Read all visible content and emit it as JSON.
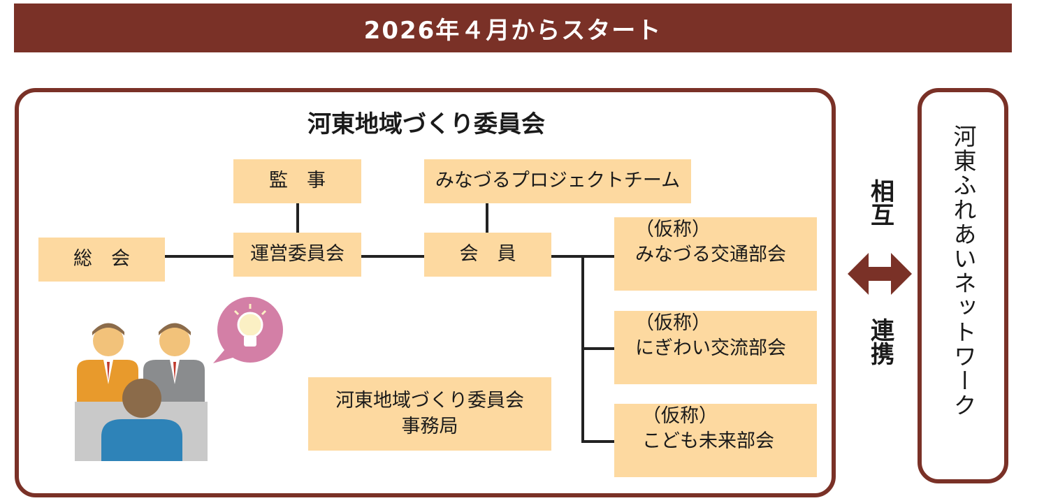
{
  "banner": {
    "text": "2026年４月からスタート"
  },
  "committee": {
    "title": "河東地域づくり委員会",
    "auditor": "監　事",
    "project_team": "みなづるプロジェクトチーム",
    "general_assembly": "総　会",
    "steering": "運営委員会",
    "members": "会　員",
    "subcommittees": [
      {
        "prefix": "（仮称）",
        "name": "みなづる交通部会"
      },
      {
        "prefix": "（仮称）",
        "name": "にぎわい交流部会"
      },
      {
        "prefix": "（仮称）",
        "name": "こども未来部会"
      }
    ],
    "secretariat": {
      "line1": "河東地域づくり委員会",
      "line2": "事務局"
    }
  },
  "link": {
    "top_chars": [
      "相",
      "互"
    ],
    "bottom_chars": [
      "連",
      "携"
    ]
  },
  "network": {
    "name": "河東ふれあいネットワーク"
  },
  "colors": {
    "accent": "#7a3127",
    "box": "#fdd9a0"
  },
  "icons": [
    "meeting-people-icon",
    "lightbulb-icon",
    "double-arrow-icon"
  ]
}
